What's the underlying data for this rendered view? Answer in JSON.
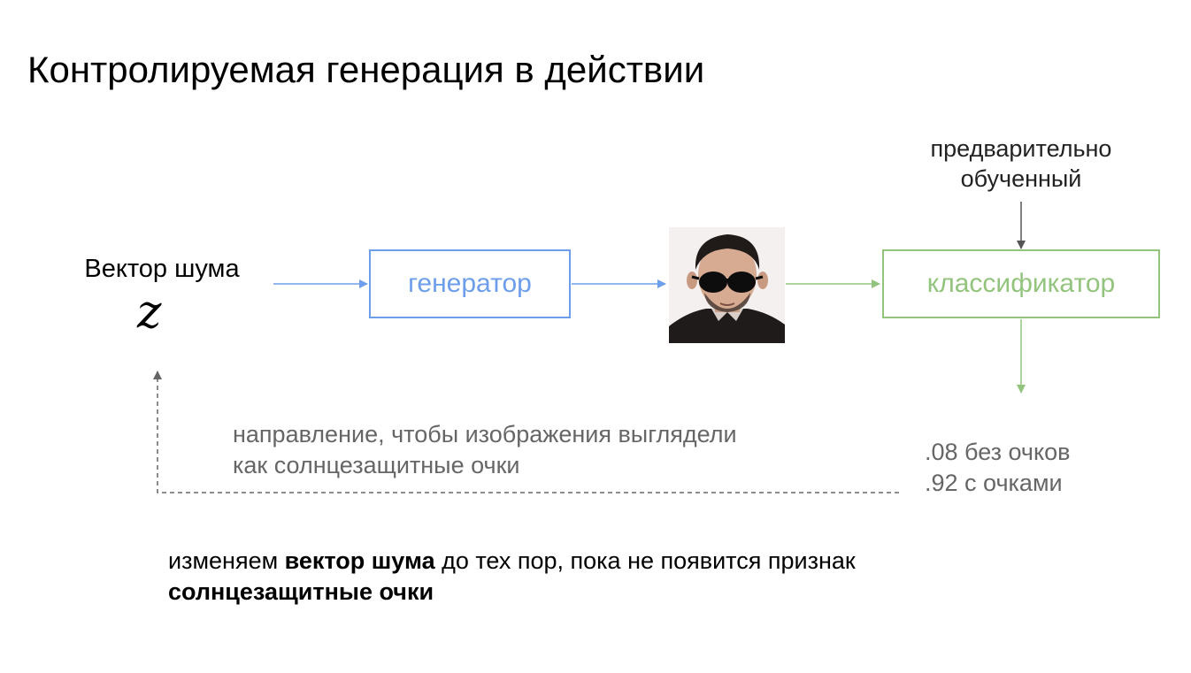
{
  "title": "Контролируемая генерация в действии",
  "pretrained": {
    "line1": "предварительно",
    "line2": "обученный"
  },
  "noise": {
    "label": "Вектор шума",
    "symbol": "z"
  },
  "generator": {
    "label": "генератор"
  },
  "classifier": {
    "label": "классификатор"
  },
  "direction": {
    "line1": "направление, чтобы изображения выглядели",
    "line2": "как солнцезащитные очки"
  },
  "probabilities": {
    "no_glasses": ".08 без очков",
    "with_glasses": ".92 с очками"
  },
  "bottom_text": {
    "part1": "изменяем ",
    "part2_bold": "вектор шума",
    "part3": " до тех пор, пока не появится признак",
    "line2_bold": "солнцезащитные очки"
  },
  "colors": {
    "generator": "#6d9eeb",
    "classifier": "#93c47d",
    "muted_text": "#666666",
    "dashed_arrow": "#666666"
  },
  "image": {
    "icon": "face-with-sunglasses"
  }
}
